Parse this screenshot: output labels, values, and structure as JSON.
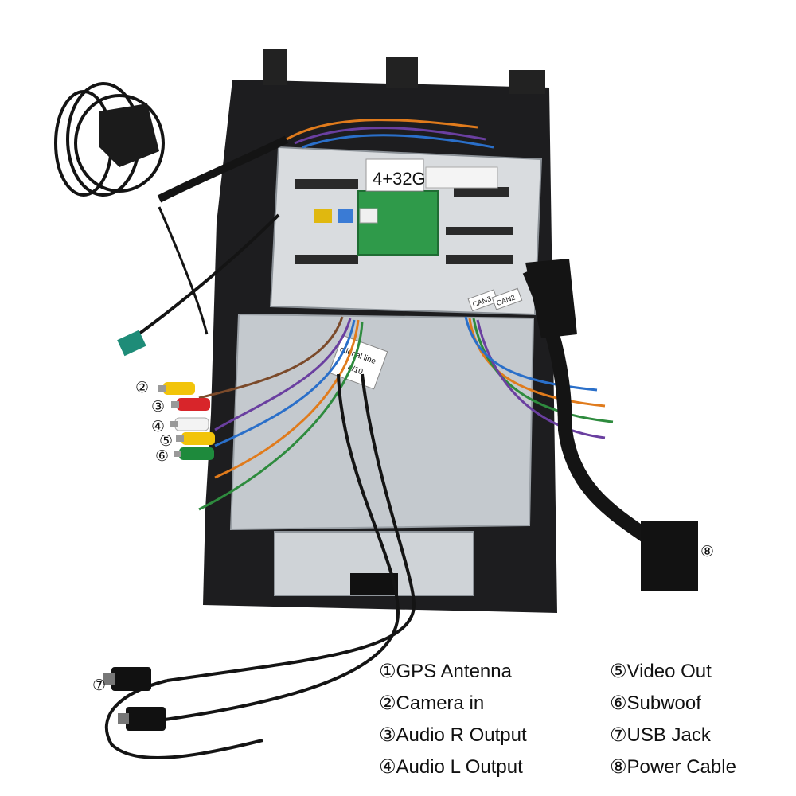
{
  "unit_labels": {
    "memory": "4+32G",
    "functional_line": "ctional line",
    "functional_line_num": "8/10",
    "can3": "CAN3",
    "can2": "CAN2"
  },
  "markers": {
    "m2": "②",
    "m3": "③",
    "m4": "④",
    "m5": "⑤",
    "m6": "⑥",
    "m7": "⑦",
    "m8": "⑧"
  },
  "legend": [
    "①GPS Antenna",
    "②Camera in",
    "③Audio R Output",
    "④Audio L Output",
    "⑤Video Out",
    "⑥Subwoof",
    "⑦USB Jack",
    "⑧Power Cable"
  ],
  "colors": {
    "frame": "#1d1d1f",
    "metal": "#cfd2d6",
    "board": "#2f9a4a",
    "rca_yellow": "#f2c40a",
    "rca_red": "#d8252a",
    "rca_white": "#f3f3f3",
    "rca_green": "#1e8a3c",
    "cable": "#141414"
  }
}
